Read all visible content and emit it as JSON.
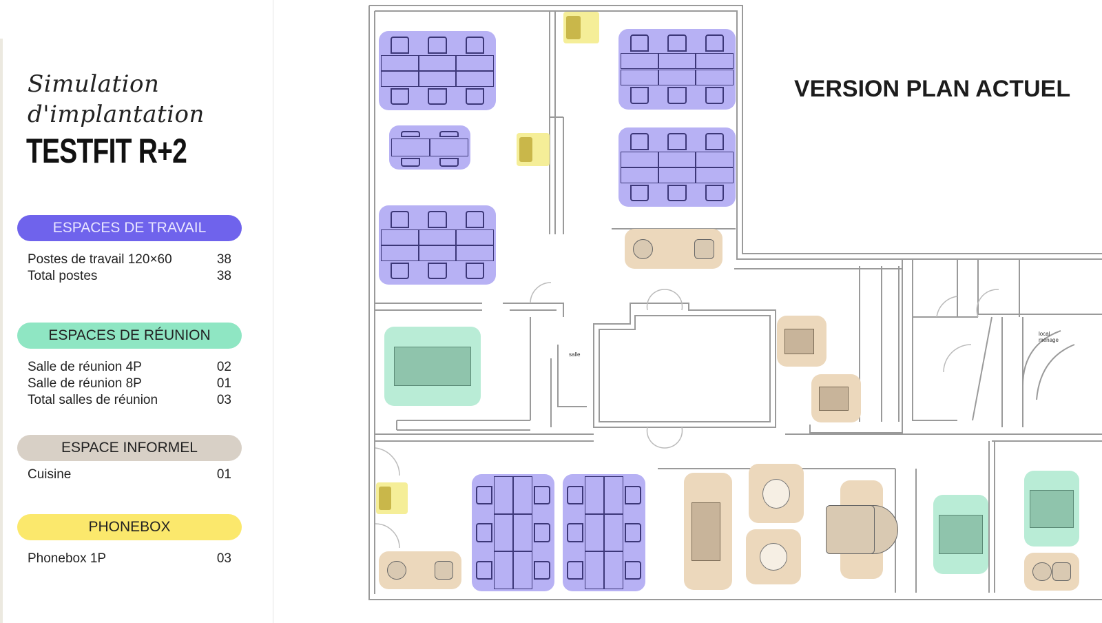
{
  "title": {
    "line1": "Simulation",
    "line2": "d'implantation",
    "line3": "TESTFIT R+2"
  },
  "plan_title": "VERSION PLAN ACTUEL",
  "sections": {
    "travail": {
      "label": "ESPACES DE TRAVAIL",
      "color": "#6f63ec",
      "rows": [
        {
          "label": "Postes de travail 120×60",
          "value": "38"
        },
        {
          "label": "Total postes",
          "value": "38"
        }
      ]
    },
    "reunion": {
      "label": "ESPACES DE RÉUNION",
      "color": "#8fe6c3",
      "rows": [
        {
          "label": "Salle de réunion 4P",
          "value": "02"
        },
        {
          "label": "Salle de réunion 8P",
          "value": "01"
        },
        {
          "label": "Total salles de réunion",
          "value": "03"
        }
      ]
    },
    "informel": {
      "label": "ESPACE INFORMEL",
      "color": "#d8d0c6",
      "rows": [
        {
          "label": "Cuisine",
          "value": "01"
        }
      ]
    },
    "phonebox": {
      "label": "PHONEBOX",
      "color": "#fbe86c",
      "rows": [
        {
          "label": "Phonebox 1P",
          "value": "03"
        }
      ]
    }
  },
  "plan_labels": {
    "local_menage_1": "local",
    "local_menage_2": "ménage",
    "salle_partial": "salle"
  }
}
